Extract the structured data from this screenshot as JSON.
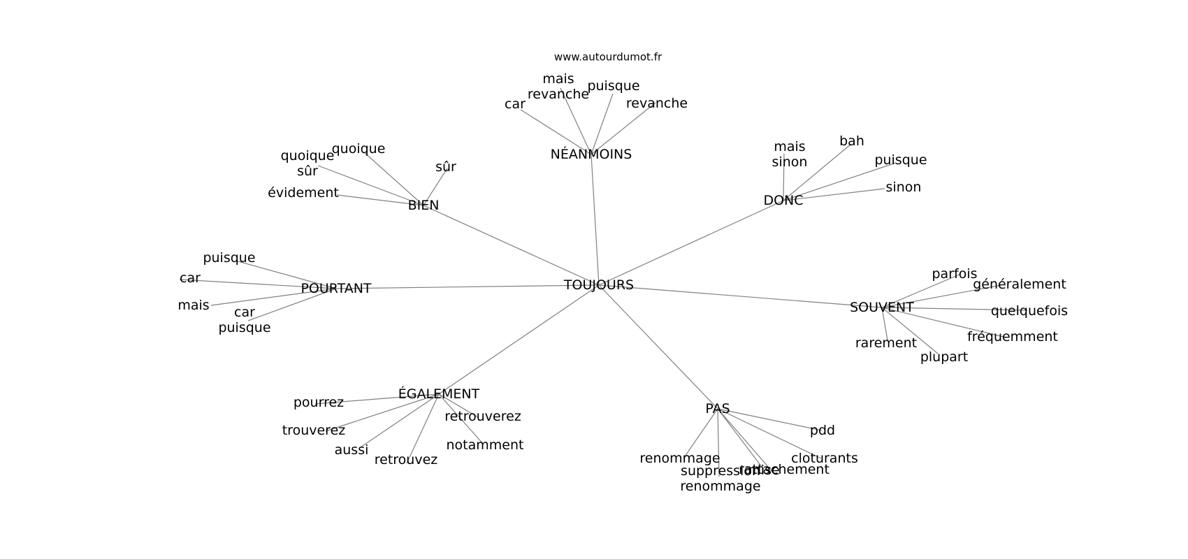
{
  "source": "www.autourdumot.fr",
  "graph": {
    "center": "TOUJOURS",
    "hubs": [
      {
        "label": "NÉANMOINS",
        "leaves": [
          "car",
          "mais\nrevanche",
          "puisque",
          "revanche"
        ]
      },
      {
        "label": "BIEN",
        "leaves": [
          "quoique",
          "quoique\nsûr",
          "sûr",
          "évidement"
        ]
      },
      {
        "label": "DONC",
        "leaves": [
          "mais\nsinon",
          "bah",
          "puisque",
          "sinon"
        ]
      },
      {
        "label": "POURTANT",
        "leaves": [
          "puisque",
          "car",
          "mais",
          "car\npuisque"
        ]
      },
      {
        "label": "SOUVENT",
        "leaves": [
          "parfois",
          "généralement",
          "quelquefois",
          "fréquemment",
          "plupart",
          "rarement"
        ]
      },
      {
        "label": "ÉGALEMENT",
        "leaves": [
          "pourrez",
          "trouverez",
          "aussi",
          "retrouvez",
          "notamment",
          "retrouverez"
        ]
      },
      {
        "label": "PAS",
        "leaves": [
          "pdd",
          "cloturants",
          "mise",
          "suppression\nrenommage",
          "renommage",
          "rattachement"
        ]
      }
    ]
  }
}
